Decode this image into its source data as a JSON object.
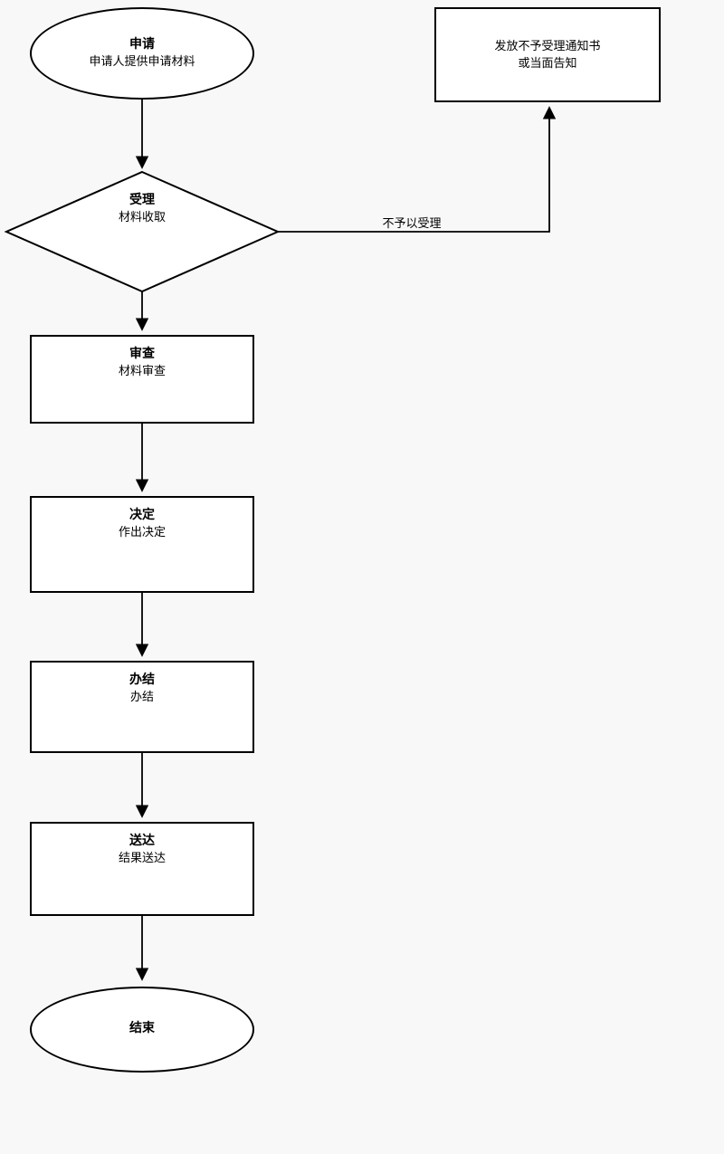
{
  "nodes": {
    "start": {
      "title": "申请",
      "subtitle": "申请人提供申请材料"
    },
    "decision": {
      "title": "受理",
      "subtitle": "材料收取"
    },
    "notice": {
      "line1": "发放不予受理通知书",
      "line2": "或当面告知"
    },
    "review": {
      "title": "审查",
      "subtitle": "材料审查"
    },
    "decide": {
      "title": "决定",
      "subtitle": "作出决定"
    },
    "finish": {
      "title": "办结",
      "subtitle": "办结"
    },
    "deliver": {
      "title": "送达",
      "subtitle": "结果送达"
    },
    "end": {
      "title": "结束"
    }
  },
  "edges": {
    "reject_label": "不予以受理"
  },
  "colors": {
    "background": "#f8f8f8",
    "node_fill": "#ffffff",
    "stroke": "#000000"
  }
}
